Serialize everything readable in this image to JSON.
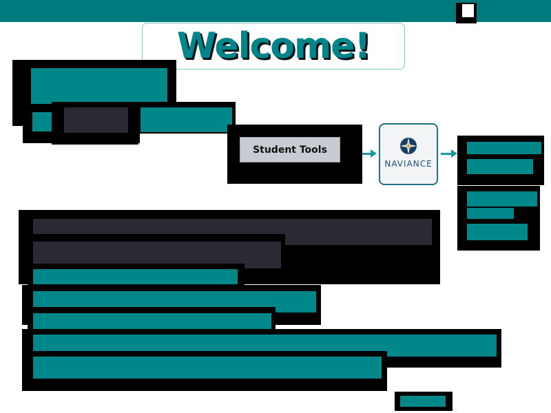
{
  "header": {
    "welcome_text": "Welcome!"
  },
  "flow": {
    "student_tools_label": "Student Tools",
    "naviance_label": "NAVIANCE"
  },
  "colors": {
    "teal": "#00878a",
    "top_bar": "#007b7d",
    "dark_block": "#2b2a34",
    "button_bg": "#c9cbd2",
    "naviance_blue": "#1b4f7a"
  },
  "icons": {
    "naviance_logo": "compass-star-icon",
    "arrow": "arrow-right-icon"
  }
}
